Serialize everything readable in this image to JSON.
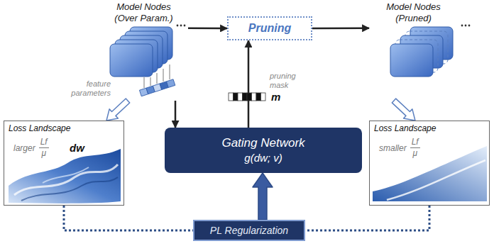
{
  "diagram": {
    "nodes": [
      {
        "text": [
          "Model Nodes (Over Param.)"
        ]
      },
      {
        "text": [
          "Pruning"
        ]
      },
      {
        "text": [
          "Model Nodes (Pruned)"
        ]
      },
      {
        "text": [
          "Gating Network",
          "g(dw; v)"
        ]
      },
      {
        "text": [
          "Loss Landscape",
          "larger",
          "Lf",
          "μ"
        ]
      },
      {
        "text": [
          "Loss Landscape",
          "smaller",
          "Lf",
          "μ"
        ]
      },
      {
        "text": [
          "PL Regularization"
        ]
      }
    ],
    "edges": [
      {
        "from": 0,
        "to": 1,
        "arrow": "to"
      },
      {
        "from": 1,
        "to": 2,
        "arrow": "to"
      },
      {
        "from": 0,
        "to": 3,
        "arrow": "to"
      },
      {
        "from": 3,
        "to": 1,
        "arrow": "to"
      },
      {
        "from": 0,
        "to": 4,
        "arrow": "to"
      },
      {
        "from": 2,
        "to": 5,
        "arrow": "to"
      },
      {
        "from": 6,
        "to": 3,
        "arrow": "to"
      },
      {
        "from": 4,
        "to": 6,
        "arrow": "none"
      },
      {
        "from": 5,
        "to": 6,
        "arrow": "none"
      }
    ],
    "labels": [
      "feature parameters",
      "dw",
      "pruning mask",
      "m"
    ]
  }
}
